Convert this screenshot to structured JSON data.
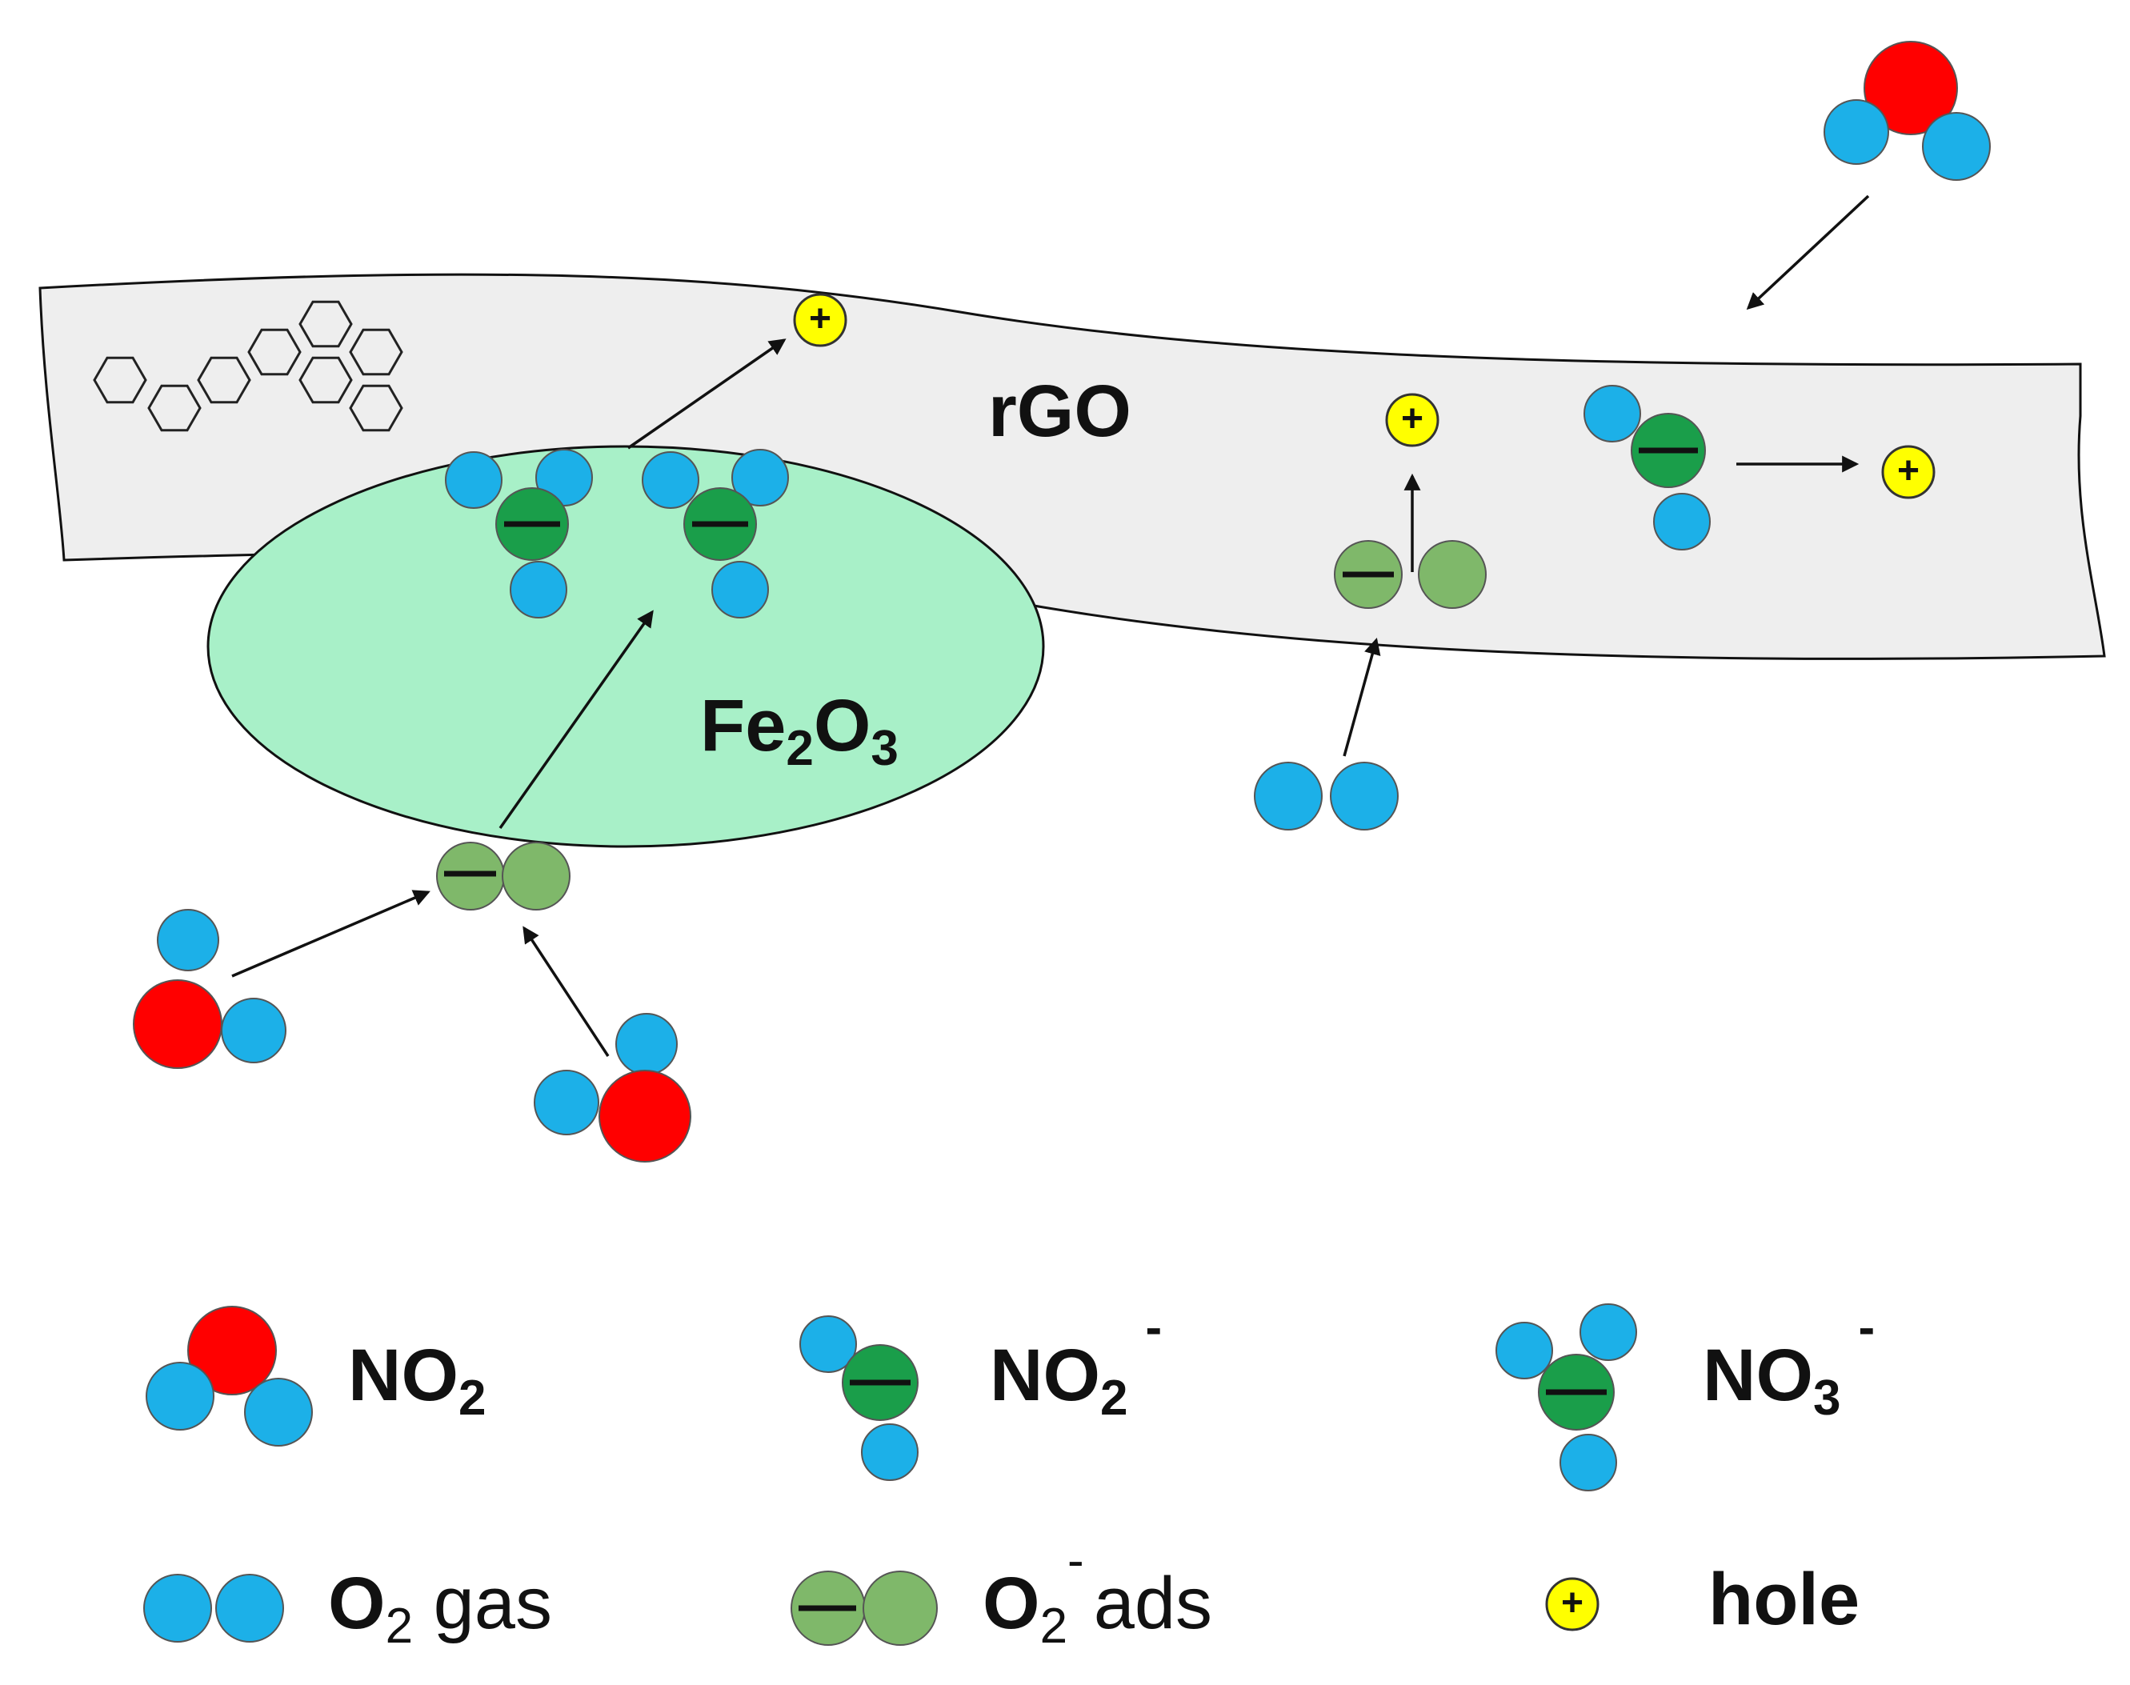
{
  "labels": {
    "rgo": "rGO",
    "fe": "Fe",
    "fe_sub": "2",
    "o": "O",
    "o_sub": "3"
  },
  "legend": {
    "no2": {
      "main": "NO",
      "sub": "2",
      "sup": ""
    },
    "no2_ion": {
      "main": "NO",
      "sub": "2",
      "sup": "-"
    },
    "no3_ion": {
      "main": "NO",
      "sub": "3",
      "sup": "-"
    },
    "o2_gas": {
      "main": "O",
      "sub": "2",
      "rest": " gas"
    },
    "o2_ads": {
      "main": "O",
      "sub": "2",
      "sup": "-",
      "rest": "ads"
    },
    "hole": {
      "main": "hole"
    }
  },
  "symbols": {
    "minus": "−",
    "plus": "+"
  },
  "colors": {
    "nitrogen_red": "#ff0000",
    "oxygen_blue": "#1cb0e8",
    "ion_green": "#1a9e4a",
    "ads_green": "#7fb86a",
    "hole_yellow": "#ffff00",
    "rgo_fill": "#eeeeee",
    "fe2o3_fill": "#a8f0c8"
  }
}
